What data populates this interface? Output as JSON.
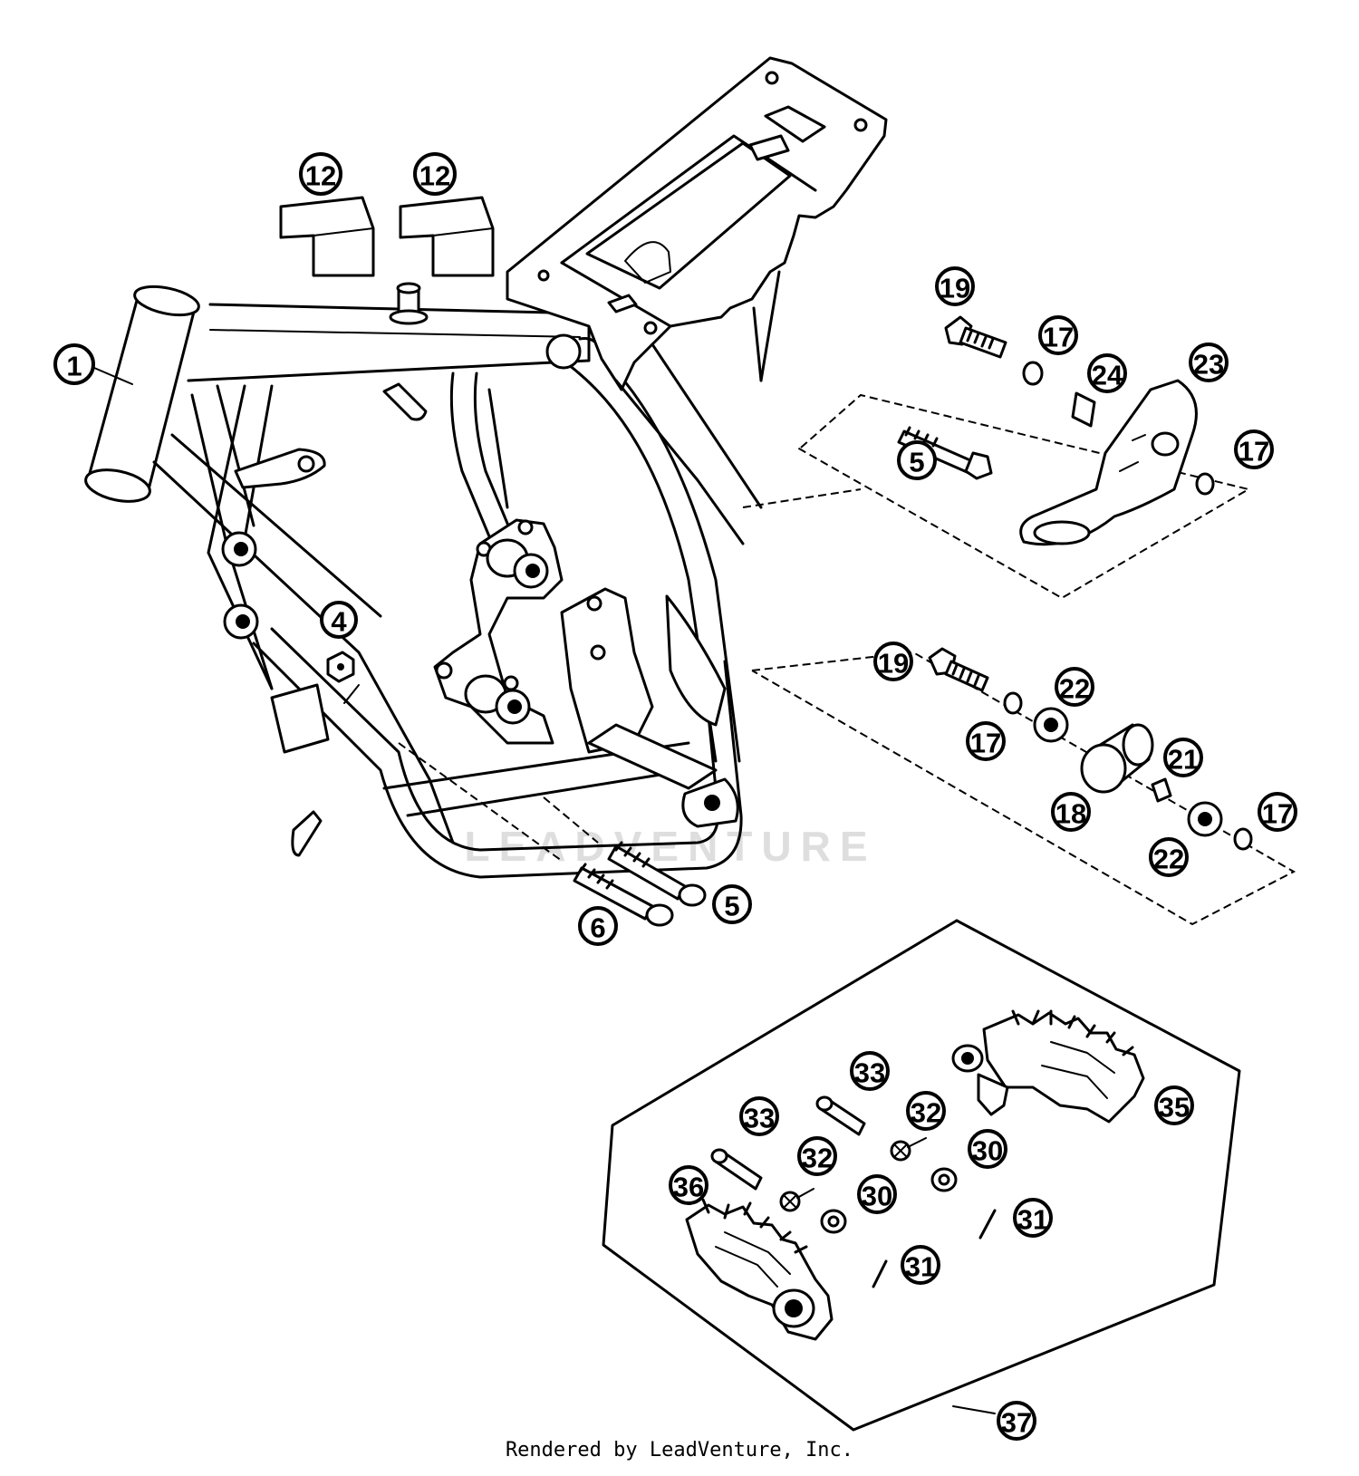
{
  "watermark": "LEADVENTURE",
  "footer": "Rendered by LeadVenture, Inc.",
  "callouts": [
    {
      "id": "c1",
      "label": "1"
    },
    {
      "id": "c4",
      "label": "4"
    },
    {
      "id": "c5a",
      "label": "5"
    },
    {
      "id": "c5b",
      "label": "5"
    },
    {
      "id": "c6",
      "label": "6"
    },
    {
      "id": "c12a",
      "label": "12"
    },
    {
      "id": "c12b",
      "label": "12"
    },
    {
      "id": "c17a",
      "label": "17"
    },
    {
      "id": "c17b",
      "label": "17"
    },
    {
      "id": "c17c",
      "label": "17"
    },
    {
      "id": "c17d",
      "label": "17"
    },
    {
      "id": "c18",
      "label": "18"
    },
    {
      "id": "c19a",
      "label": "19"
    },
    {
      "id": "c19b",
      "label": "19"
    },
    {
      "id": "c21",
      "label": "21"
    },
    {
      "id": "c22a",
      "label": "22"
    },
    {
      "id": "c22b",
      "label": "22"
    },
    {
      "id": "c23",
      "label": "23"
    },
    {
      "id": "c24",
      "label": "24"
    },
    {
      "id": "c30a",
      "label": "30"
    },
    {
      "id": "c30b",
      "label": "30"
    },
    {
      "id": "c31a",
      "label": "31"
    },
    {
      "id": "c31b",
      "label": "31"
    },
    {
      "id": "c32a",
      "label": "32"
    },
    {
      "id": "c32b",
      "label": "32"
    },
    {
      "id": "c33a",
      "label": "33"
    },
    {
      "id": "c33b",
      "label": "33"
    },
    {
      "id": "c35",
      "label": "35"
    },
    {
      "id": "c36",
      "label": "36"
    },
    {
      "id": "c37",
      "label": "37"
    }
  ]
}
